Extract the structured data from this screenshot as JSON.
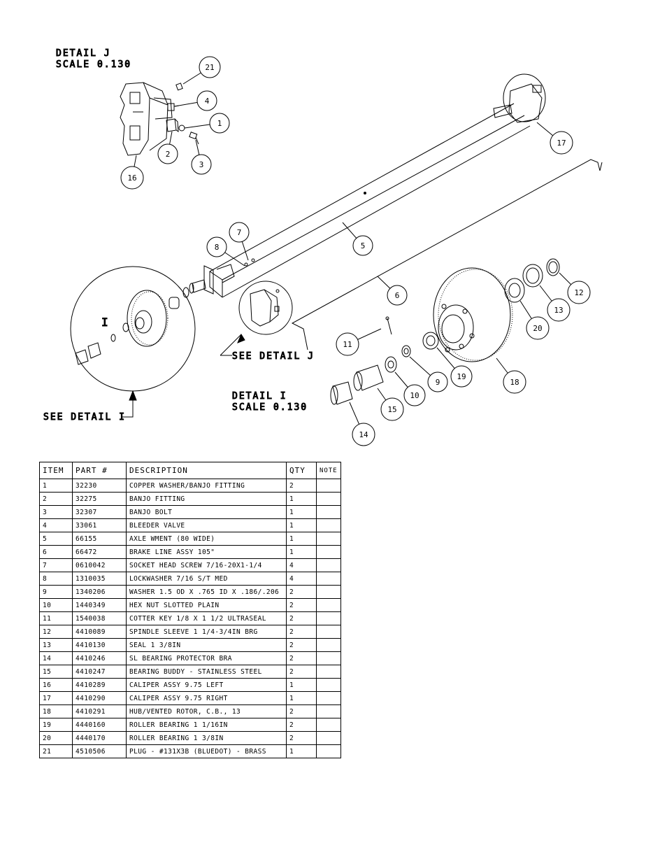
{
  "detail_j": {
    "title": "DETAIL  J",
    "scale": "SCALE  0.130",
    "see": "SEE DETAIL  J"
  },
  "detail_i": {
    "title": "DETAIL  I",
    "scale": "SCALE  0.130",
    "see": "SEE DETAIL  I",
    "letter": "I"
  },
  "callouts": [
    "1",
    "2",
    "3",
    "4",
    "5",
    "6",
    "7",
    "8",
    "9",
    "10",
    "11",
    "12",
    "13",
    "14",
    "15",
    "16",
    "17",
    "18",
    "19",
    "20",
    "21"
  ],
  "table": {
    "headers": {
      "item": "ITEM",
      "part": "PART #",
      "description": "DESCRIPTION",
      "qty": "QTY",
      "note": "NOTE"
    },
    "rows": [
      {
        "item": "1",
        "part": "32230",
        "description": "COPPER WASHER/BANJO FITTING",
        "qty": "2"
      },
      {
        "item": "2",
        "part": "32275",
        "description": "BANJO FITTING",
        "qty": "1"
      },
      {
        "item": "3",
        "part": "32307",
        "description": "BANJO BOLT",
        "qty": "1"
      },
      {
        "item": "4",
        "part": "33061",
        "description": "BLEEDER VALVE",
        "qty": "1"
      },
      {
        "item": "5",
        "part": "66155",
        "description": "AXLE WMENT (80 WIDE)",
        "qty": "1"
      },
      {
        "item": "6",
        "part": "66472",
        "description": "BRAKE LINE ASSY 105\"",
        "qty": "1"
      },
      {
        "item": "7",
        "part": "0610042",
        "description": "SOCKET HEAD SCREW 7/16-20X1-1/4",
        "qty": "4"
      },
      {
        "item": "8",
        "part": "1310035",
        "description": "LOCKWASHER 7/16 S/T MED",
        "qty": "4"
      },
      {
        "item": "9",
        "part": "1340206",
        "description": "WASHER 1.5 OD X .765 ID X .186/.206",
        "qty": "2"
      },
      {
        "item": "10",
        "part": "1440349",
        "description": "HEX NUT SLOTTED PLAIN",
        "qty": "2"
      },
      {
        "item": "11",
        "part": "1540038",
        "description": "COTTER KEY 1/8 X 1 1/2 ULTRASEAL",
        "qty": "2"
      },
      {
        "item": "12",
        "part": "4410089",
        "description": "SPINDLE SLEEVE  1 1/4-3/4IN BRG",
        "qty": "2"
      },
      {
        "item": "13",
        "part": "4410130",
        "description": "SEAL  1 3/8IN",
        "qty": "2"
      },
      {
        "item": "14",
        "part": "4410246",
        "description": "SL BEARING PROTECTOR BRA",
        "qty": "2"
      },
      {
        "item": "15",
        "part": "4410247",
        "description": "BEARING BUDDY - STAINLESS STEEL",
        "qty": "2"
      },
      {
        "item": "16",
        "part": "4410289",
        "description": "CALIPER ASSY 9.75 LEFT",
        "qty": "1"
      },
      {
        "item": "17",
        "part": "4410290",
        "description": "CALIPER ASSY 9.75 RIGHT",
        "qty": "1"
      },
      {
        "item": "18",
        "part": "4410291",
        "description": "HUB/VENTED ROTOR, C.B.,  13",
        "qty": "2"
      },
      {
        "item": "19",
        "part": "4440160",
        "description": "ROLLER BEARING   1 1/16IN",
        "qty": "2"
      },
      {
        "item": "20",
        "part": "4440170",
        "description": "ROLLER BEARING   1 3/8IN",
        "qty": "2"
      },
      {
        "item": "21",
        "part": "4510506",
        "description": "PLUG - #131X3B (BLUEDOT) - BRASS",
        "qty": "1"
      }
    ]
  }
}
